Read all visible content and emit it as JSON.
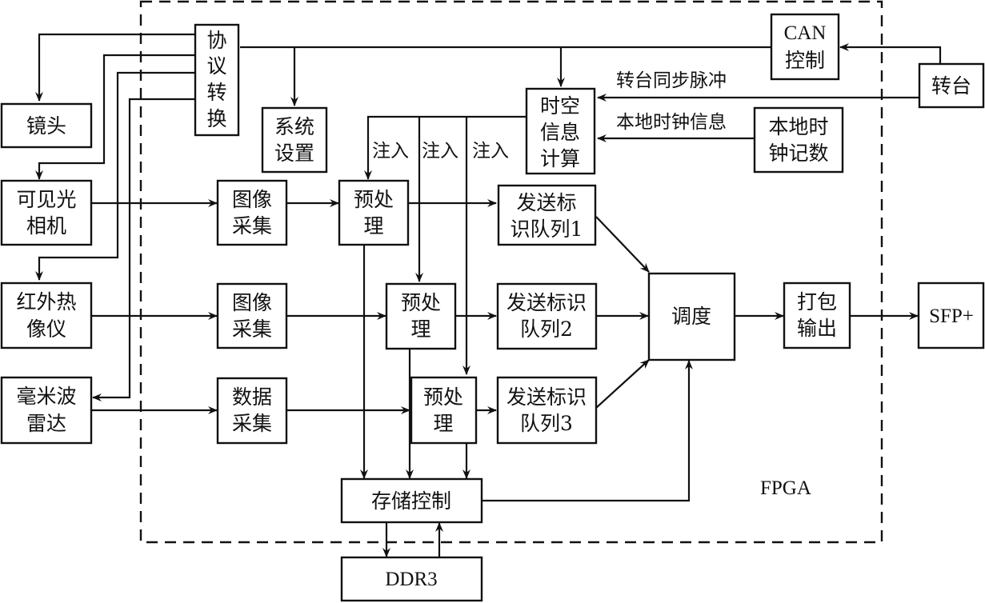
{
  "diagram": {
    "title": "",
    "region_label": "FPGA",
    "blocks": {
      "protocol": [
        "协",
        "议",
        "转",
        "换"
      ],
      "lens": [
        "镜头"
      ],
      "visible_camera": [
        "可见光",
        "相机"
      ],
      "infrared": [
        "红外热",
        "像仪"
      ],
      "radar": [
        "毫米波",
        "雷达"
      ],
      "system_settings": [
        "系统",
        "设置"
      ],
      "spacetime": [
        "时空",
        "信息",
        "计算"
      ],
      "can_control": [
        "CAN",
        "控制"
      ],
      "turntable": [
        "转台"
      ],
      "local_clock": [
        "本地时",
        "钟记数"
      ],
      "image_acq_1": [
        "图像",
        "采集"
      ],
      "image_acq_2": [
        "图像",
        "采集"
      ],
      "data_acq": [
        "数据",
        "采集"
      ],
      "preproc_1": [
        "预处",
        "理"
      ],
      "preproc_2": [
        "预处",
        "理"
      ],
      "preproc_3": [
        "预处",
        "理"
      ],
      "queue_1": [
        "发送标",
        "识队列1"
      ],
      "queue_2": [
        "发送标识",
        "队列2"
      ],
      "queue_3": [
        "发送标识",
        "队列3"
      ],
      "scheduler": [
        "调度"
      ],
      "pack_output": [
        "打包",
        "输出"
      ],
      "sfp": [
        "SFP+"
      ],
      "storage_ctrl": [
        "存储控制"
      ],
      "ddr3": [
        "DDR3"
      ]
    },
    "edge_labels": {
      "turntable_sync": "转台同步脉冲",
      "local_clock_info": "本地时钟信息",
      "inject_1": "注入",
      "inject_2": "注入",
      "inject_3": "注入"
    },
    "connections": [
      {
        "from": "turntable",
        "to": "can_control"
      },
      {
        "from": "can_control",
        "to": "protocol"
      },
      {
        "from": "protocol",
        "to": "system_settings"
      },
      {
        "from": "protocol",
        "to": "spacetime"
      },
      {
        "from": "protocol",
        "to": "lens"
      },
      {
        "from": "protocol",
        "to": "visible_camera"
      },
      {
        "from": "protocol",
        "to": "infrared"
      },
      {
        "from": "protocol",
        "to": "radar"
      },
      {
        "from": "turntable",
        "to": "spacetime",
        "label": "转台同步脉冲"
      },
      {
        "from": "local_clock",
        "to": "spacetime",
        "label": "本地时钟信息"
      },
      {
        "from": "spacetime",
        "to": "preproc_1",
        "label": "注入"
      },
      {
        "from": "spacetime",
        "to": "preproc_2",
        "label": "注入"
      },
      {
        "from": "spacetime",
        "to": "preproc_3",
        "label": "注入"
      },
      {
        "from": "visible_camera",
        "to": "image_acq_1"
      },
      {
        "from": "infrared",
        "to": "image_acq_2"
      },
      {
        "from": "radar",
        "to": "data_acq"
      },
      {
        "from": "image_acq_1",
        "to": "preproc_1"
      },
      {
        "from": "image_acq_2",
        "to": "preproc_2"
      },
      {
        "from": "data_acq",
        "to": "preproc_3"
      },
      {
        "from": "preproc_1",
        "to": "queue_1"
      },
      {
        "from": "preproc_2",
        "to": "queue_2"
      },
      {
        "from": "preproc_3",
        "to": "queue_3"
      },
      {
        "from": "preproc_1",
        "to": "storage_ctrl"
      },
      {
        "from": "preproc_2",
        "to": "storage_ctrl"
      },
      {
        "from": "preproc_3",
        "to": "storage_ctrl"
      },
      {
        "from": "queue_1",
        "to": "scheduler"
      },
      {
        "from": "queue_2",
        "to": "scheduler"
      },
      {
        "from": "queue_3",
        "to": "scheduler"
      },
      {
        "from": "storage_ctrl",
        "to": "scheduler"
      },
      {
        "from": "storage_ctrl",
        "to": "ddr3"
      },
      {
        "from": "ddr3",
        "to": "storage_ctrl"
      },
      {
        "from": "scheduler",
        "to": "pack_output"
      },
      {
        "from": "pack_output",
        "to": "sfp"
      }
    ]
  }
}
